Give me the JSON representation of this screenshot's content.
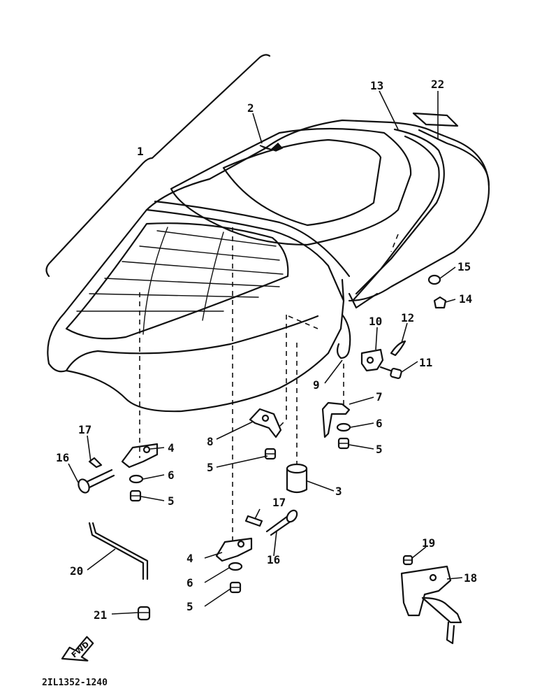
{
  "diagram": {
    "callouts": {
      "c1": "1",
      "c2": "2",
      "c3": "3",
      "c4a": "4",
      "c4b": "4",
      "c5a": "5",
      "c5b": "5",
      "c5c": "5",
      "c5d": "5",
      "c6a": "6",
      "c6b": "6",
      "c6c": "6",
      "c7": "7",
      "c8": "8",
      "c9": "9",
      "c10": "10",
      "c11": "11",
      "c12": "12",
      "c13": "13",
      "c14": "14",
      "c15": "15",
      "c16a": "16",
      "c16b": "16",
      "c17a": "17",
      "c17b": "17",
      "c18": "18",
      "c19": "19",
      "c20": "20",
      "c21": "21",
      "c22": "22"
    },
    "fwd_label": "FWD",
    "drawing_code": "2IL1352-1240"
  }
}
